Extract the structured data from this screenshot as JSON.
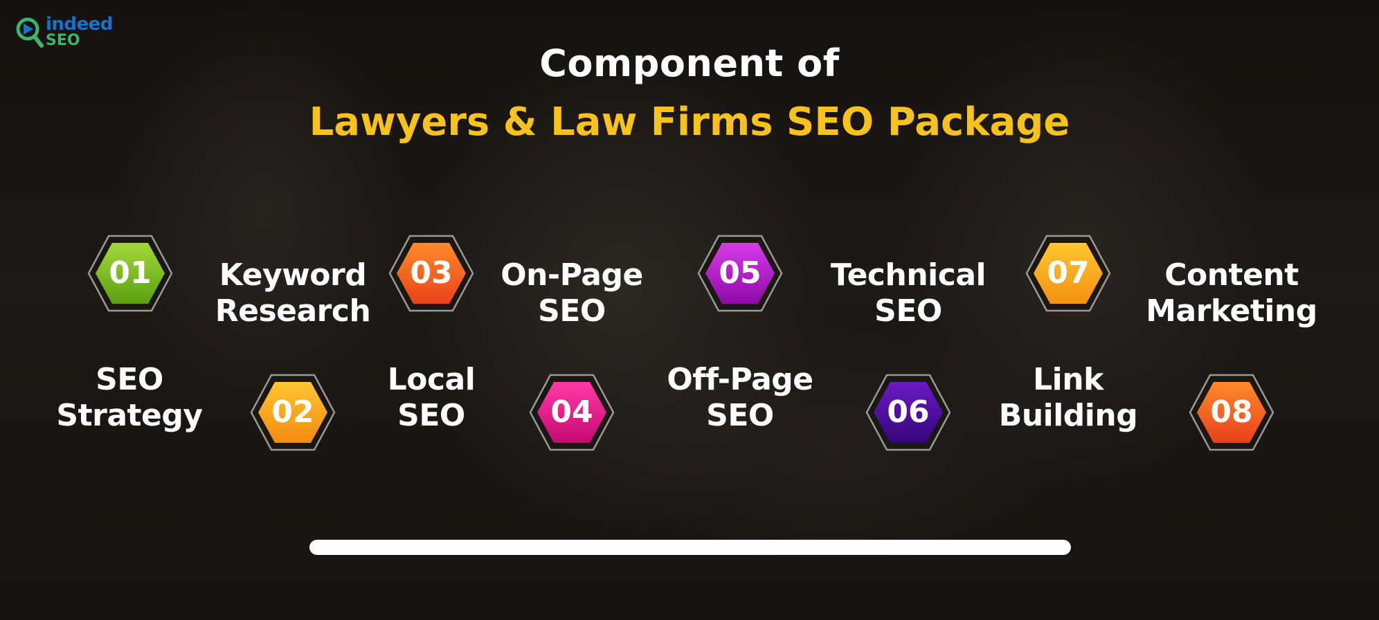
{
  "logo": {
    "word1": "indeed",
    "word2": "SEO",
    "icon": "magnifier-icon"
  },
  "header": {
    "line1": "Component of",
    "line2": "Lawyers & Law Firms SEO Package"
  },
  "steps": [
    {
      "number": "01",
      "line1": "SEO",
      "line2": "Strategy",
      "color": "#7ac41c"
    },
    {
      "number": "02",
      "line1": "Keyword",
      "line2": "Research",
      "color": "#f9a51b"
    },
    {
      "number": "03",
      "line1": "Local",
      "line2": "SEO",
      "color": "#f25a1e"
    },
    {
      "number": "04",
      "line1": "On-Page",
      "line2": "SEO",
      "color": "#e0148c"
    },
    {
      "number": "05",
      "line1": "Off-Page",
      "line2": "SEO",
      "color": "#b012c9"
    },
    {
      "number": "06",
      "line1": "Technical",
      "line2": "SEO",
      "color": "#4a0a9c"
    },
    {
      "number": "07",
      "line1": "Link",
      "line2": "Building",
      "color": "#f8ab1c"
    },
    {
      "number": "08",
      "line1": "Content",
      "line2": "Marketing",
      "color": "#f5561e"
    }
  ],
  "colors": {
    "accent": "#f6c21b",
    "text": "#ffffff"
  }
}
